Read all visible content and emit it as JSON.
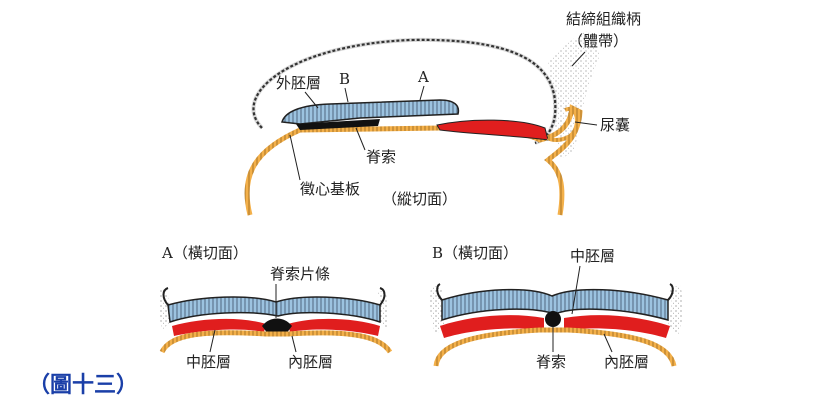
{
  "figure_caption": "（圖十三）",
  "longitudinal": {
    "label_stalk": "結締組織柄",
    "label_stalk_sub": "（體帶）",
    "label_ectoderm": "外胚層",
    "label_B": "B",
    "label_A": "A",
    "label_allantois": "尿囊",
    "label_notochord": "脊索",
    "label_cardiac_plate": "徵心基板",
    "label_section": "（縱切面）"
  },
  "section_A": {
    "title": "A（橫切面）",
    "label_notochord_plate": "脊索片條",
    "label_mesoderm": "中胚層",
    "label_endoderm": "內胚層"
  },
  "section_B": {
    "title": "B（橫切面）",
    "label_mesoderm": "中胚層",
    "label_notochord": "脊索",
    "label_endoderm": "內胚層"
  },
  "colors": {
    "ectoderm": "#8fb8d8",
    "mesoderm": "#e01e1e",
    "endoderm": "#f2a23a",
    "outline": "#222222",
    "caption": "#1a3fa8"
  }
}
